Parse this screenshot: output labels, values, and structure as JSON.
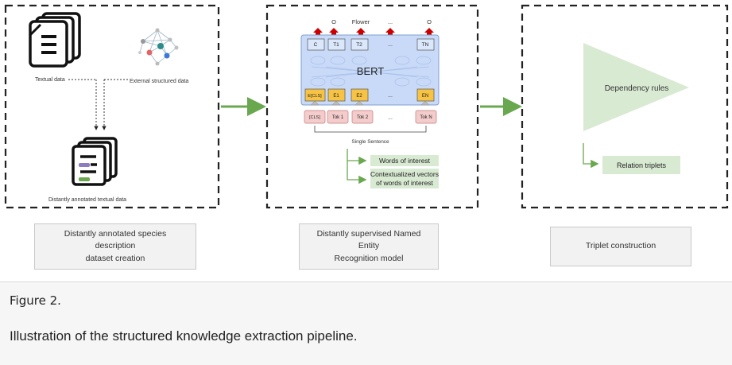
{
  "panel1": {
    "textual_data": "Textual data",
    "external_data": "External structured data",
    "annotated_data": "Distantly annotated textual data"
  },
  "panel2": {
    "out_label_1": "O",
    "out_label_2": "Flower",
    "out_label_3": "...",
    "out_label_4": "O",
    "model_name": "BERT",
    "tokens_out": [
      "C",
      "T1",
      "T2",
      "...",
      "TN"
    ],
    "embeddings": [
      "E[CLS]",
      "E1",
      "E2",
      "...",
      "EN"
    ],
    "inputs": [
      "[CLS]",
      "Tok 1",
      "Tok 2",
      "...",
      "Tok N"
    ],
    "input_caption": "Single Sentence",
    "output_1": "Words of interest",
    "output_2_line1": "Contextualized vectors",
    "output_2_line2": "of words of interest"
  },
  "panel3": {
    "triangle_label": "Dependency rules",
    "output": "Relation triplets"
  },
  "stages": [
    {
      "line1": "Distantly annotated species description",
      "line2": "dataset creation"
    },
    {
      "line1": "Distantly supervised Named Entity",
      "line2": "Recognition model"
    },
    {
      "line1": "Triplet construction",
      "line2": ""
    }
  ],
  "caption": {
    "label": "Figure 2.",
    "text": "Illustration of the structured knowledge extraction pipeline."
  },
  "colors": {
    "arrow_green": "#6aa84f",
    "bert_blue": "#c9daf8",
    "token_yellow": "#f6c344",
    "input_pink": "#f4cccc",
    "output_green": "#d9ead3",
    "red": "#cc0000"
  }
}
